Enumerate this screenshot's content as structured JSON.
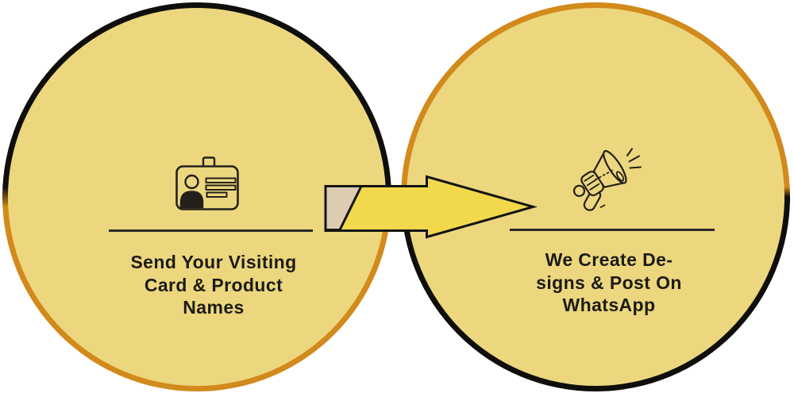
{
  "colors": {
    "background": "#ffffff",
    "circle_fill": "#ecd77f",
    "border_dark": "#0f0e0b",
    "border_orange": "#d18a1b",
    "arrow_fill": "#f2d84b",
    "arrow_tail_fill": "#ddccb2",
    "outline": "#141414",
    "ink": "#23201a",
    "text": "#1d1b16",
    "divider": "#2b2a26"
  },
  "diagram": {
    "steps": [
      {
        "icon": "id-card-icon",
        "text_lines": [
          "Send Your Visiting",
          "Card & Product",
          "Names"
        ],
        "border_top_color": "#0f0e0b",
        "border_bottom_color": "#d18a1b"
      },
      {
        "icon": "megaphone-icon",
        "text_lines": [
          "We Create De-",
          "signs & Post On",
          "WhatsApp"
        ],
        "border_top_color": "#d18a1b",
        "border_bottom_color": "#0f0e0b"
      }
    ],
    "connector": {
      "icon": "right-block-arrow-icon",
      "direction": "right"
    }
  }
}
